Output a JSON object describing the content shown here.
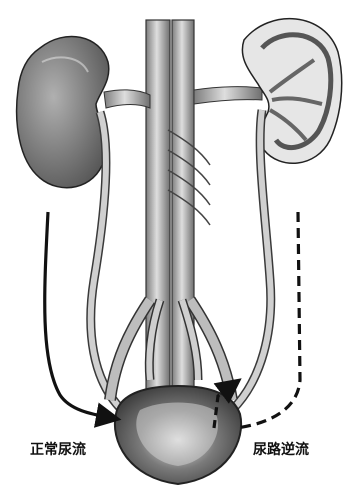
{
  "labels": {
    "normal_flow": "正常尿流",
    "reflux": "尿路逆流"
  },
  "arrows": {
    "normal_flow_style": "solid",
    "reflux_style": "dashed"
  },
  "colors": {
    "ink": "#111111",
    "kidney_fill": "#8a8a8a",
    "vessel_fill": "#c4c4c4",
    "bladder_fill": "#9a9a9a",
    "background": "#ffffff"
  }
}
